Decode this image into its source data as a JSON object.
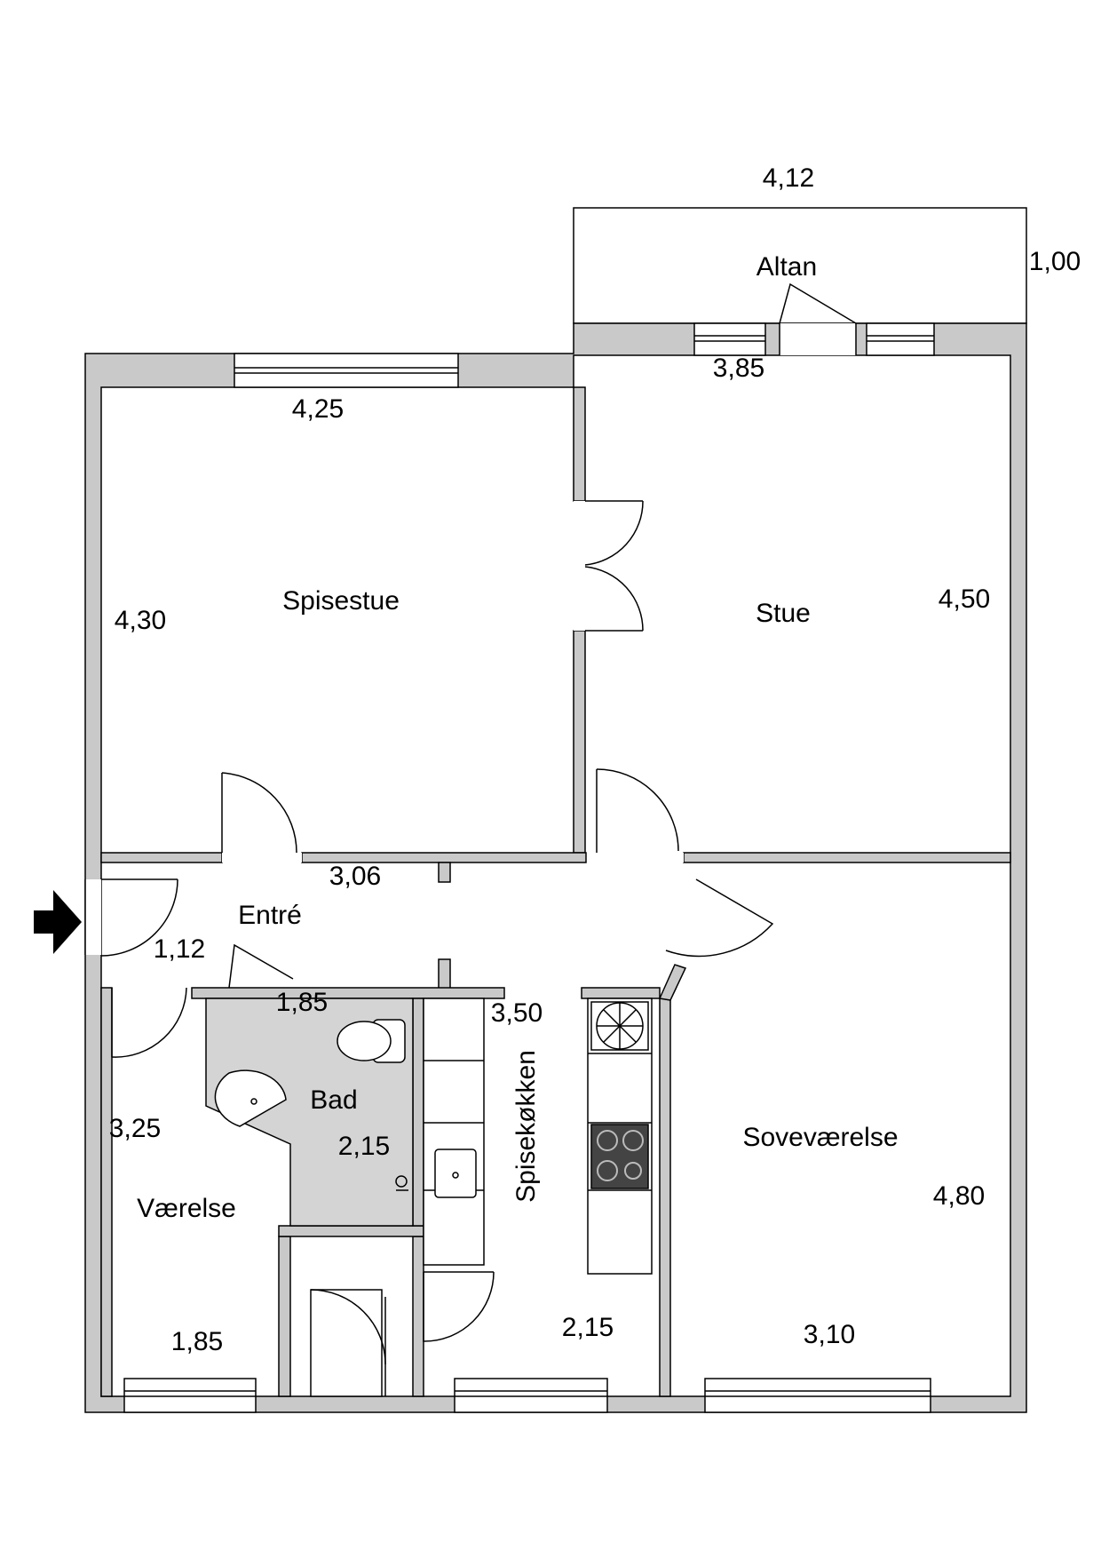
{
  "rooms": {
    "altan": "Altan",
    "spisestue": "Spisestue",
    "stue": "Stue",
    "entre": "Entré",
    "bad": "Bad",
    "spisekokken": "Spisekøkken",
    "soveverelse": "Soveværelse",
    "verelse": "Værelse"
  },
  "dimensions": {
    "altan_width": "4,12",
    "altan_depth": "1,00",
    "stue_width": "3,85",
    "stue_depth": "4,50",
    "spisestue_width": "4,25",
    "spisestue_depth": "4,30",
    "entre_width": "3,06",
    "entre_depth": "1,12",
    "bad_width": "1,85",
    "bad_depth": "2,15",
    "kokken_depth": "3,50",
    "kokken_width": "2,15",
    "verelse_depth": "3,25",
    "verelse_width": "1,85",
    "sove_depth": "4,80",
    "sove_width": "3,10"
  },
  "colors": {
    "wall_fill": "#c9c9c9",
    "bath_fill": "#d4d4d4",
    "line": "#000000"
  }
}
